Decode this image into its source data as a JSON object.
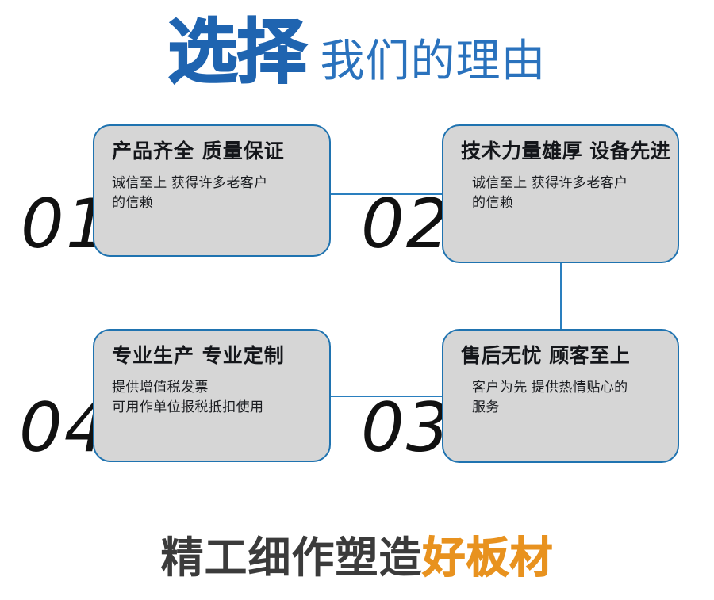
{
  "header": {
    "title_strong": "选择",
    "title_light": "我们的理由",
    "strong_color": "#1f64b0",
    "light_color": "#2a72bd"
  },
  "colors": {
    "box_fill": "#d6d6d6",
    "box_border": "#1f73b0",
    "connector": "#2a7fbf",
    "number": "#111111",
    "accent_orange": "#e8921f",
    "footer_dark": "#3b3b3b"
  },
  "reasons": [
    {
      "number": "01",
      "title": "产品齐全 质量保证",
      "body_lines": [
        "诚信至上 获得许多老客户",
        "的信赖"
      ]
    },
    {
      "number": "02",
      "title": "技术力量雄厚 设备先进",
      "body_lines": [
        "诚信至上 获得许多老客户",
        "的信赖"
      ]
    },
    {
      "number": "03",
      "title": "售后无忧 顾客至上",
      "body_lines": [
        "客户为先 提供热情贴心的",
        "服务"
      ]
    },
    {
      "number": "04",
      "title": "专业生产 专业定制",
      "body_lines": [
        "提供增值税发票",
        "可用作单位报税抵扣使用"
      ]
    }
  ],
  "footer": {
    "text_dark": "精工细作塑造",
    "text_accent": "好板材"
  }
}
